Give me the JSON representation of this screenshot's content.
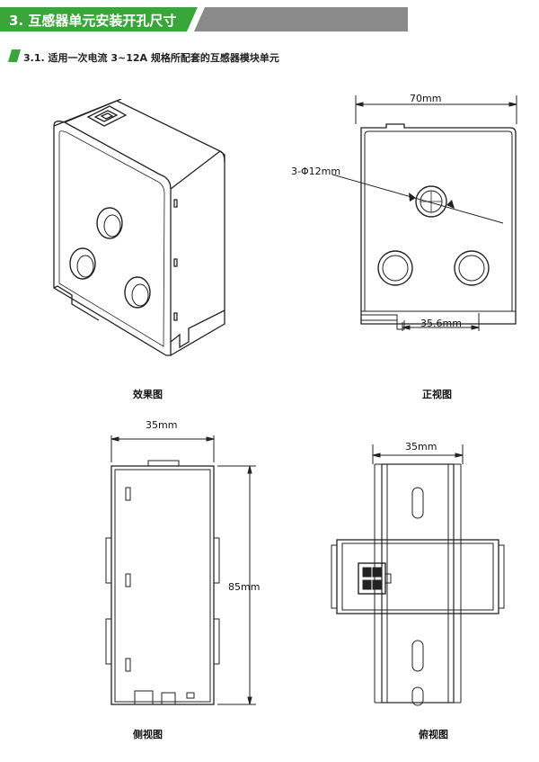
{
  "section": {
    "title": "3. 互感器单元安装开孔尺寸",
    "accent_color": "#3aa53a",
    "bar_color": "#7a7a7a"
  },
  "subsection": {
    "title": "3.1. 适用一次电流 3~12A 规格所配套的互感器模块单元"
  },
  "figures": {
    "effect": {
      "caption": "效果图"
    },
    "front": {
      "caption": "正视图",
      "width_dim": "70mm",
      "hole_dim": "3-Φ12mm",
      "spacing_dim": "35.6mm"
    },
    "side": {
      "caption": "侧视图",
      "width_dim": "35mm",
      "height_dim": "85mm"
    },
    "top": {
      "caption": "俯视图",
      "width_dim": "35mm"
    }
  }
}
